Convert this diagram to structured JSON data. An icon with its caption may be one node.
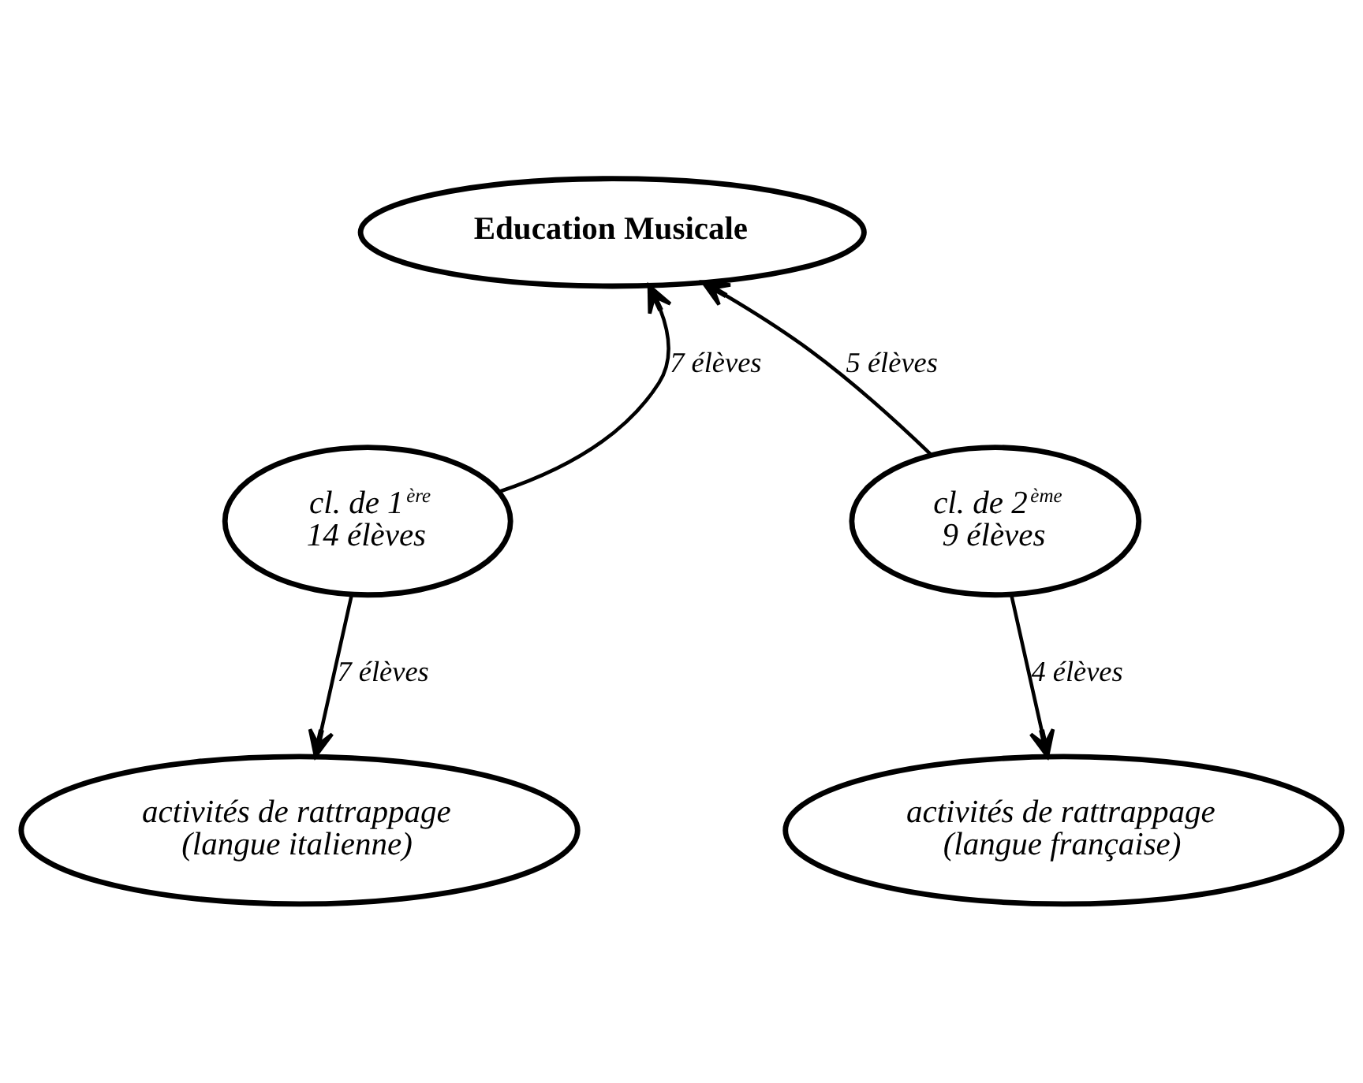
{
  "diagram": {
    "nodes": [
      {
        "text": [
          "Education Musicale"
        ]
      },
      {
        "text": [
          "cl. de 1$^{ère}$",
          "14 élèves"
        ]
      },
      {
        "text": [
          "cl. de 2$^{ème}$",
          "9 élèves"
        ]
      },
      {
        "text": [
          "activités de rattrappage",
          "(langue italienne)"
        ]
      },
      {
        "text": [
          "activités de rattrappage",
          "(langue française)"
        ]
      }
    ],
    "edges": [
      {
        "from": 1,
        "to": 0,
        "arrow": "to",
        "label": "7 élèves"
      },
      {
        "from": 2,
        "to": 0,
        "arrow": "to",
        "label": "5 élèves"
      },
      {
        "from": 1,
        "to": 3,
        "arrow": "to",
        "label": "7 élèves"
      },
      {
        "from": 2,
        "to": 4,
        "arrow": "to",
        "label": "4 élèves"
      }
    ]
  }
}
